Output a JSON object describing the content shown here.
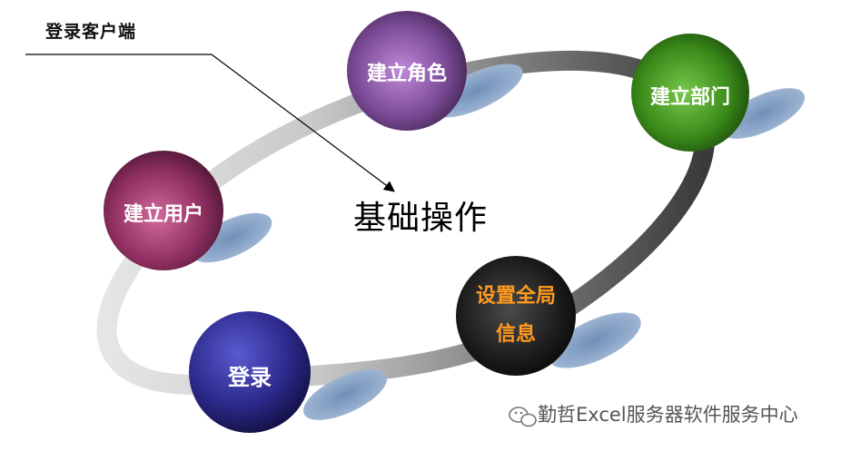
{
  "labels": {
    "top_label": "登录客户端",
    "center_title": "基础操作",
    "watermark": "勤哲Excel服务器软件服务中心"
  },
  "nodes": [
    {
      "id": "login",
      "label": "登录",
      "text_color": "#ffffff"
    },
    {
      "id": "create-user",
      "label": "建立用户",
      "text_color": "#ffffff"
    },
    {
      "id": "create-role",
      "label": "建立角色",
      "text_color": "#ffffff"
    },
    {
      "id": "create-dept",
      "label": "建立部门",
      "text_color": "#ffffff"
    },
    {
      "id": "global-info",
      "label_line1": "设置全局",
      "label_line2": "信息",
      "text_color": "#ff9b1f"
    }
  ],
  "colors": {
    "login_sphere": "#2c2a8c",
    "user_sphere": "#9c3a6c",
    "role_sphere": "#8a5aa6",
    "dept_sphere": "#3f8f1e",
    "global_sphere": "#222222",
    "shadow": "#6f8fb8"
  },
  "icons": {
    "watermark_icon": "wechat-icon"
  }
}
